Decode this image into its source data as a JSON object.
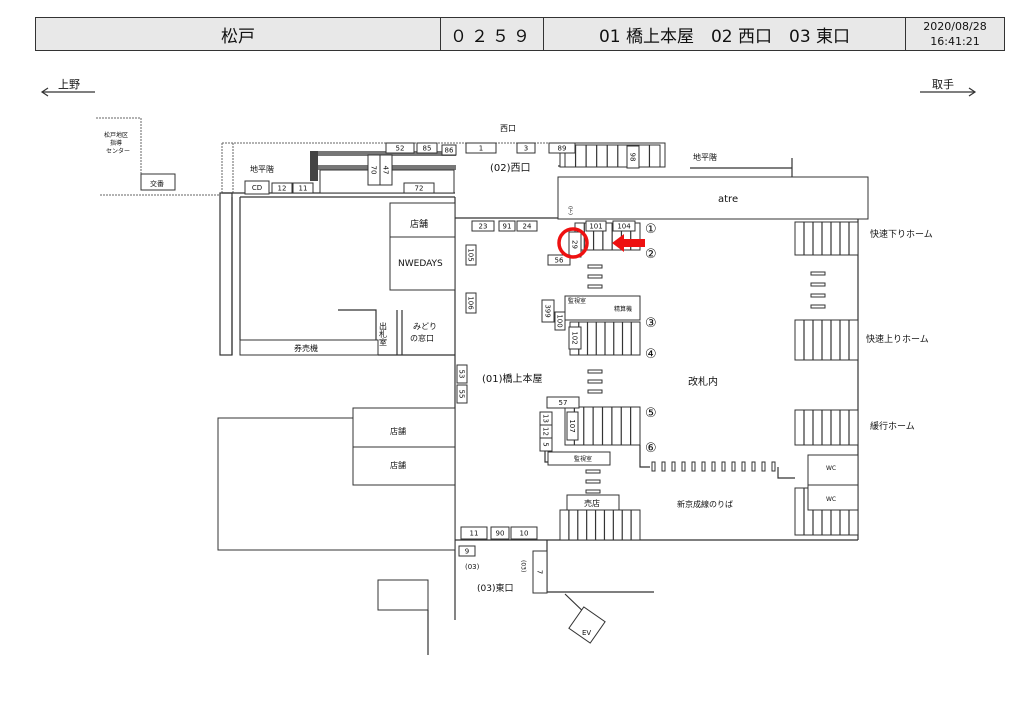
{
  "header": {
    "station": "松戸",
    "code": "０２５９",
    "exits": "01 橋上本屋　02 西口　03 東口",
    "date": "2020/08/28",
    "time": "16:41:21"
  },
  "directions": {
    "left": "上野",
    "right": "取手"
  },
  "labels": {
    "west_exit_top": "西口",
    "west_exit": "(02)西口",
    "ground_left": "地平階",
    "ground_right": "地平階",
    "atre": "atre",
    "shop1": "店舗",
    "newdays": "NWEDAYS",
    "ticket_office": "出札室",
    "midori1": "みどり",
    "midori2": "の窓口",
    "ticket_machines": "券売機",
    "monitor1": "監視室",
    "fare_adjust": "精算機",
    "bridge": "(01)橋上本屋",
    "inside_gate": "改札内",
    "shop2": "店舗",
    "shop3": "店舗",
    "monitor2": "監視室",
    "kiosk": "売店",
    "shinkeisei": "新京成線のりば",
    "wc1": "WC",
    "wc2": "WC",
    "east03": "(03)",
    "east_exit": "(03)東口",
    "east03v": "(03)",
    "ev": "EV",
    "rapid_down": "快速下りホーム",
    "rapid_up": "快速上りホーム",
    "local": "緩行ホーム",
    "koban": "交番",
    "center1": "松戸地区",
    "center2": "指導",
    "center3": "センター",
    "down": "(下)"
  },
  "platforms": [
    "①",
    "②",
    "③",
    "④",
    "⑤",
    "⑥"
  ],
  "boxes": [
    "52",
    "85",
    "86",
    "1",
    "3",
    "89",
    "98",
    "70",
    "47",
    "CD",
    "12",
    "11",
    "72",
    "23",
    "91",
    "24",
    "101",
    "104",
    "29",
    "56",
    "105",
    "106",
    "399",
    "100",
    "102",
    "53",
    "55",
    "57",
    "13",
    "12",
    "5",
    "107",
    "11",
    "90",
    "10",
    "9",
    "7"
  ],
  "marker": {
    "color": "#ee1111"
  }
}
